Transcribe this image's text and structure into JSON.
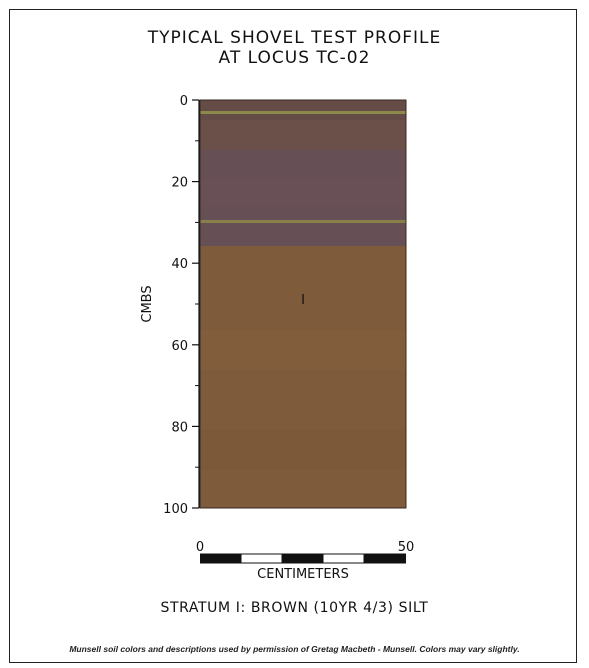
{
  "title": {
    "line1": "TYPICAL SHOVEL TEST PROFILE",
    "line2": "AT LOCUS TC-02"
  },
  "axis": {
    "label": "CMBS",
    "ticks": [
      "0",
      "20",
      "40",
      "60",
      "80",
      "100"
    ]
  },
  "profile": {
    "stratum_label": "I",
    "colors": {
      "upper": "#6b4f49",
      "upper_mid": "#675055",
      "lower": "#7e5b3a",
      "bands": "#8c8a4a"
    }
  },
  "scale_bar": {
    "start_label": "0",
    "end_label": "50",
    "unit_label": "CENTIMETERS"
  },
  "caption": "STRATUM I:  BROWN (10YR 4/3) SILT",
  "credit": "Munsell soil colors and descriptions used by permission of Gretag Macbeth - Munsell. Colors may vary slightly."
}
